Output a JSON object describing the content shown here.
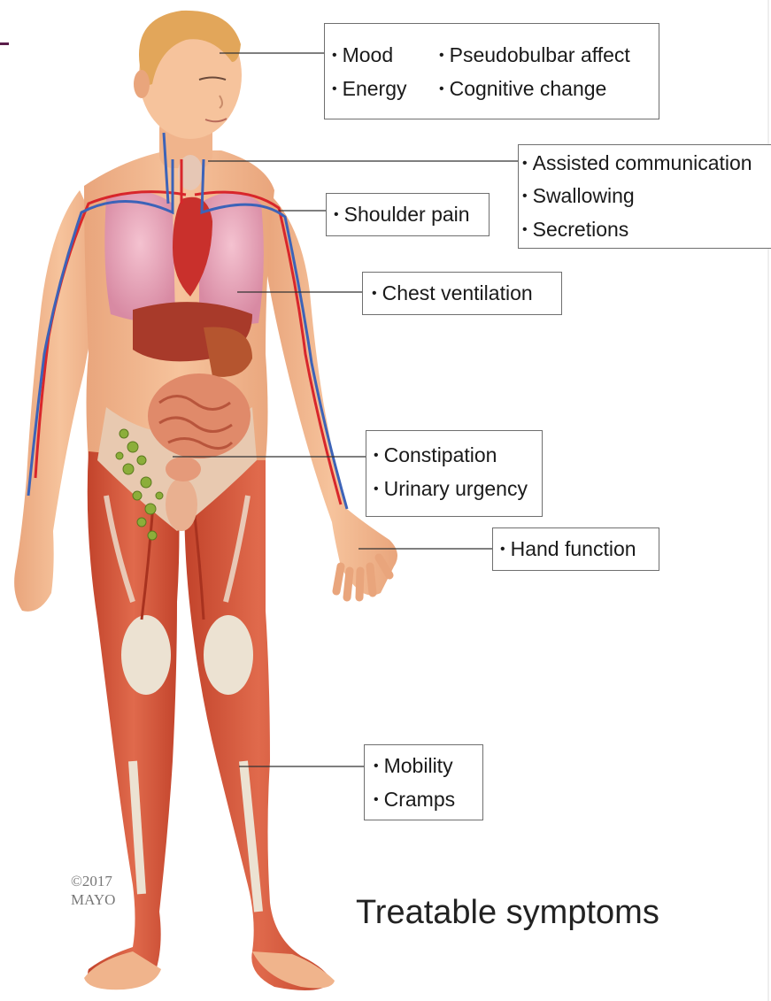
{
  "title": "Treatable symptoms",
  "copyright": [
    "©2017",
    "MAYO"
  ],
  "labels": [
    {
      "id": "box-mood",
      "items": [
        "Mood",
        "Energy",
        "Pseudobulbar affect",
        "Cognitive change"
      ]
    },
    {
      "id": "box-throat",
      "items": [
        "Assisted communication",
        "Swallowing",
        "Secretions"
      ]
    },
    {
      "id": "box-shoulder",
      "items": [
        "Shoulder pain"
      ]
    },
    {
      "id": "box-chest",
      "items": [
        "Chest ventilation"
      ]
    },
    {
      "id": "box-abdomen",
      "items": [
        "Constipation",
        "Urinary urgency"
      ]
    },
    {
      "id": "box-hand",
      "items": [
        "Hand function"
      ]
    },
    {
      "id": "box-leg",
      "items": [
        "Mobility",
        "Cramps"
      ]
    }
  ],
  "colors": {
    "skin": "#f2b48a",
    "muscle": "#d8553a",
    "tendon": "#ece2d2",
    "artery": "#d8262b",
    "vein": "#3c63b8",
    "lung": "#e9a3b8",
    "hair": "#e2a65a",
    "corner_bar": "#5a1d4a",
    "leader_line": "#333333",
    "box_border": "#6f6f6f"
  }
}
